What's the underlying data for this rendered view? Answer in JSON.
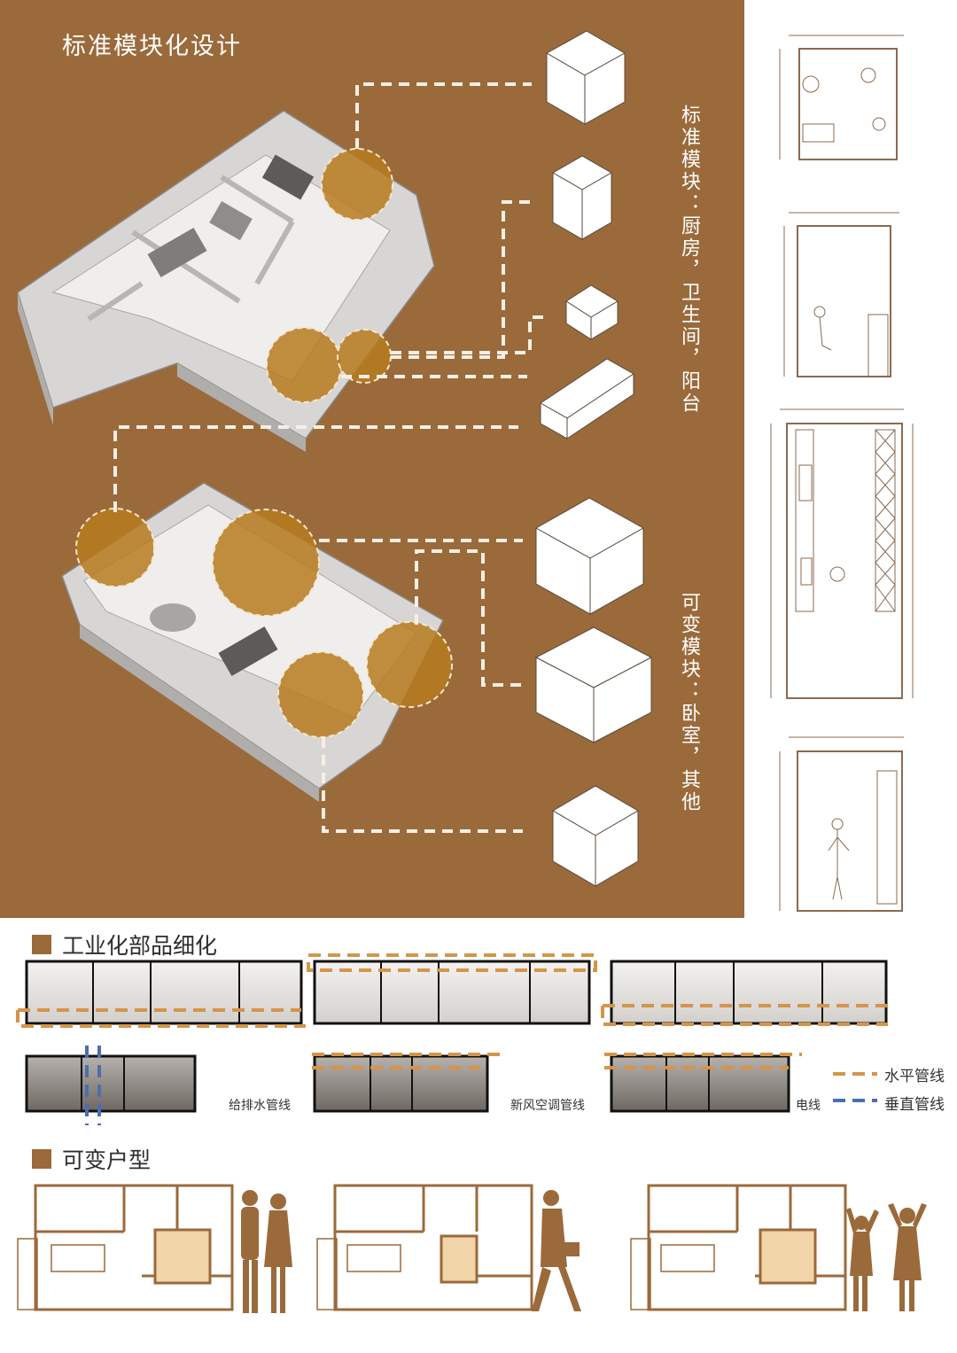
{
  "header": {
    "title": "标准模块化设计"
  },
  "labels": {
    "standard_modules": "标准模块：厨房，卫生间，阳台",
    "variable_modules": "可变模块：卧室，其他"
  },
  "sections": {
    "industrial": "工业化部品细化",
    "variable_units": "可变户型"
  },
  "pipelines": {
    "water": "给排水管线",
    "hvac": "新风空调管线",
    "electric": "电线"
  },
  "legend": {
    "horizontal": "水平管线",
    "vertical": "垂直管线"
  },
  "colors": {
    "brand_brown": "#9b6a3b",
    "pipe_orange": "#d4954a",
    "pipe_blue": "#4a6fb0",
    "highlight_amber": "#b77a1f"
  }
}
